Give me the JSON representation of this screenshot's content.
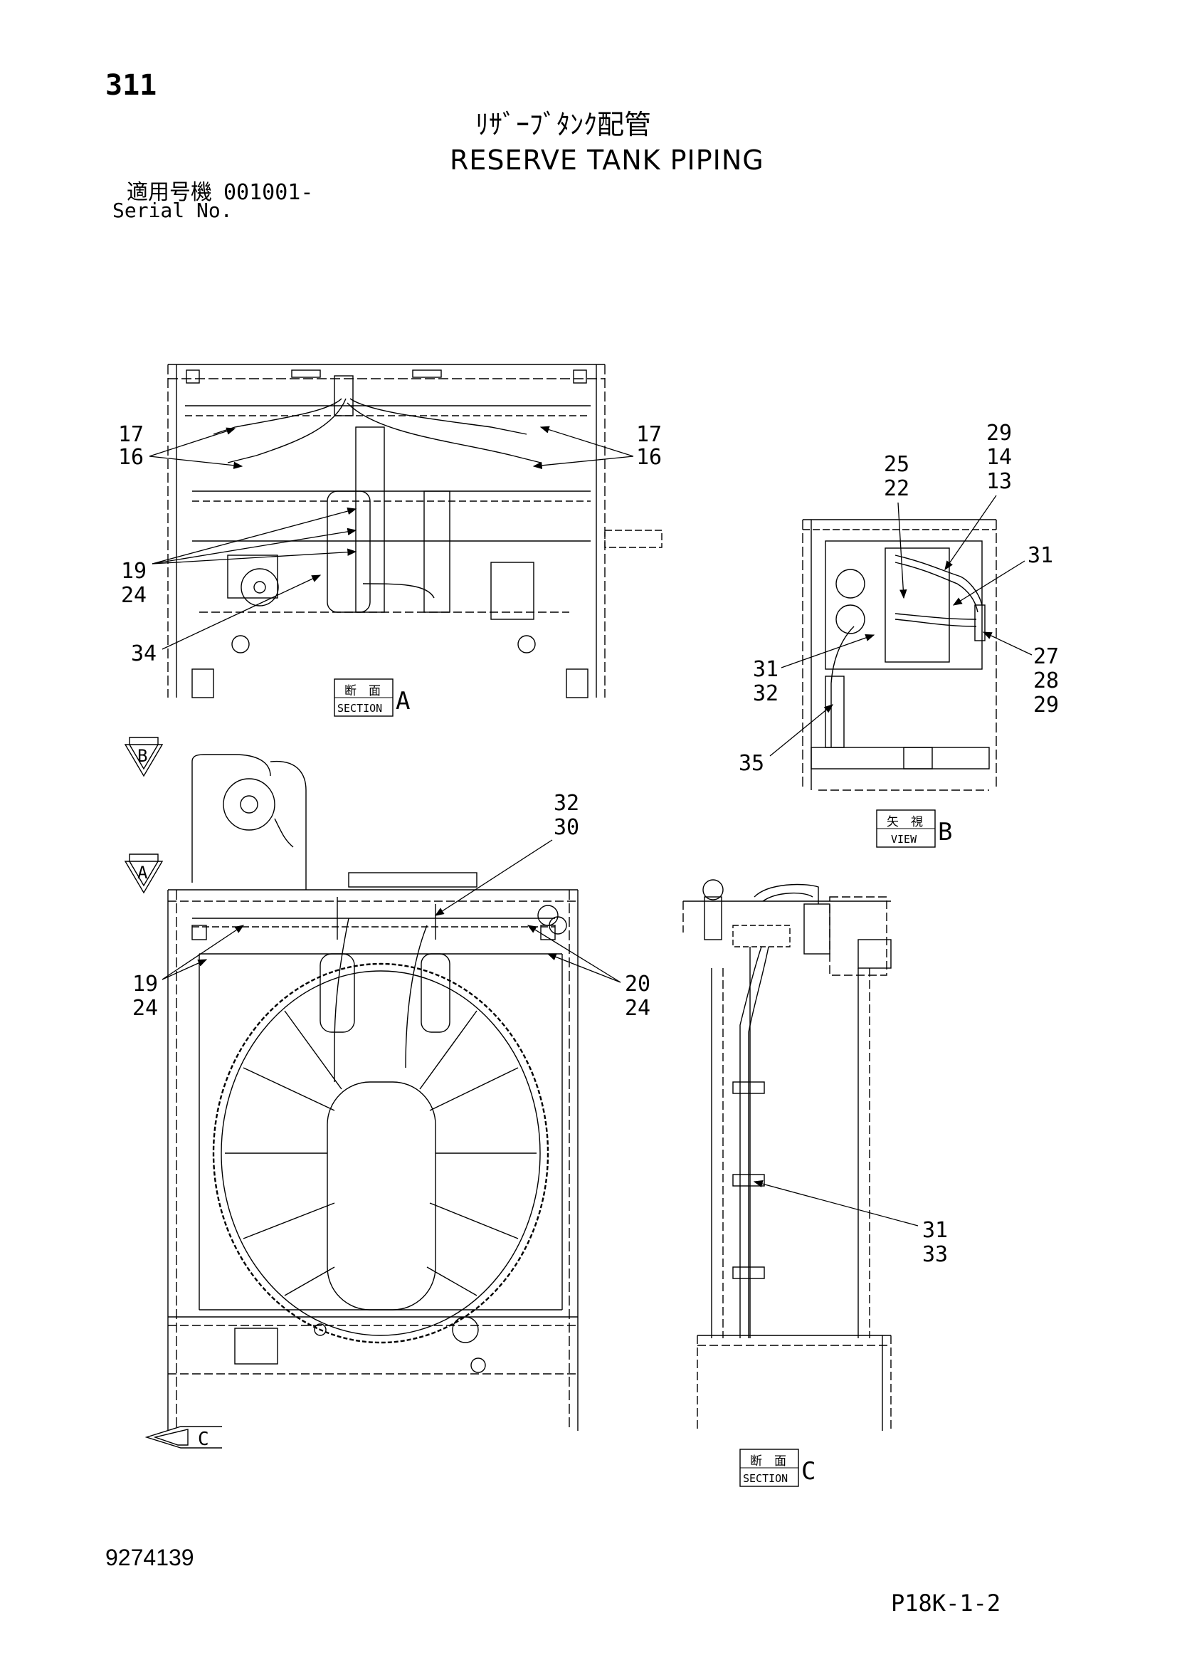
{
  "header": {
    "page_number": "311",
    "title_ja": "ﾘｻﾞｰﾌﾞﾀﾝｸ配管",
    "title_en": "RESERVE TANK PIPING",
    "serial_label_ja": "適用号機",
    "serial_value": "001001-",
    "serial_label_en": "Serial No."
  },
  "callouts": {
    "sec_a_left_1": "17",
    "sec_a_left_2": "16",
    "sec_a_right_1": "17",
    "sec_a_right_2": "16",
    "sec_a_mid_1": "19",
    "sec_a_mid_2": "24",
    "sec_a_bottom": "34",
    "view_b_top_1": "25",
    "view_b_top_2": "22",
    "view_b_top_3": "29",
    "view_b_top_4": "14",
    "view_b_top_5": "13",
    "view_b_right": "31",
    "view_b_left_1": "31",
    "view_b_left_2": "32",
    "view_b_right_b1": "27",
    "view_b_right_b2": "28",
    "view_b_right_b3": "29",
    "view_b_bottom": "35",
    "main_top_1": "32",
    "main_top_2": "30",
    "main_left_1": "19",
    "main_left_2": "24",
    "main_right_1": "20",
    "main_right_2": "24",
    "sec_c_1": "31",
    "sec_c_2": "33"
  },
  "view_labels": {
    "section_ja": "断　面",
    "section_en": "SECTION",
    "view_ja": "矢　視",
    "view_en": "VIEW",
    "a": "A",
    "b": "B",
    "c": "C"
  },
  "footer": {
    "doc_number": "9274139",
    "page_code": "P18K-1-2"
  }
}
